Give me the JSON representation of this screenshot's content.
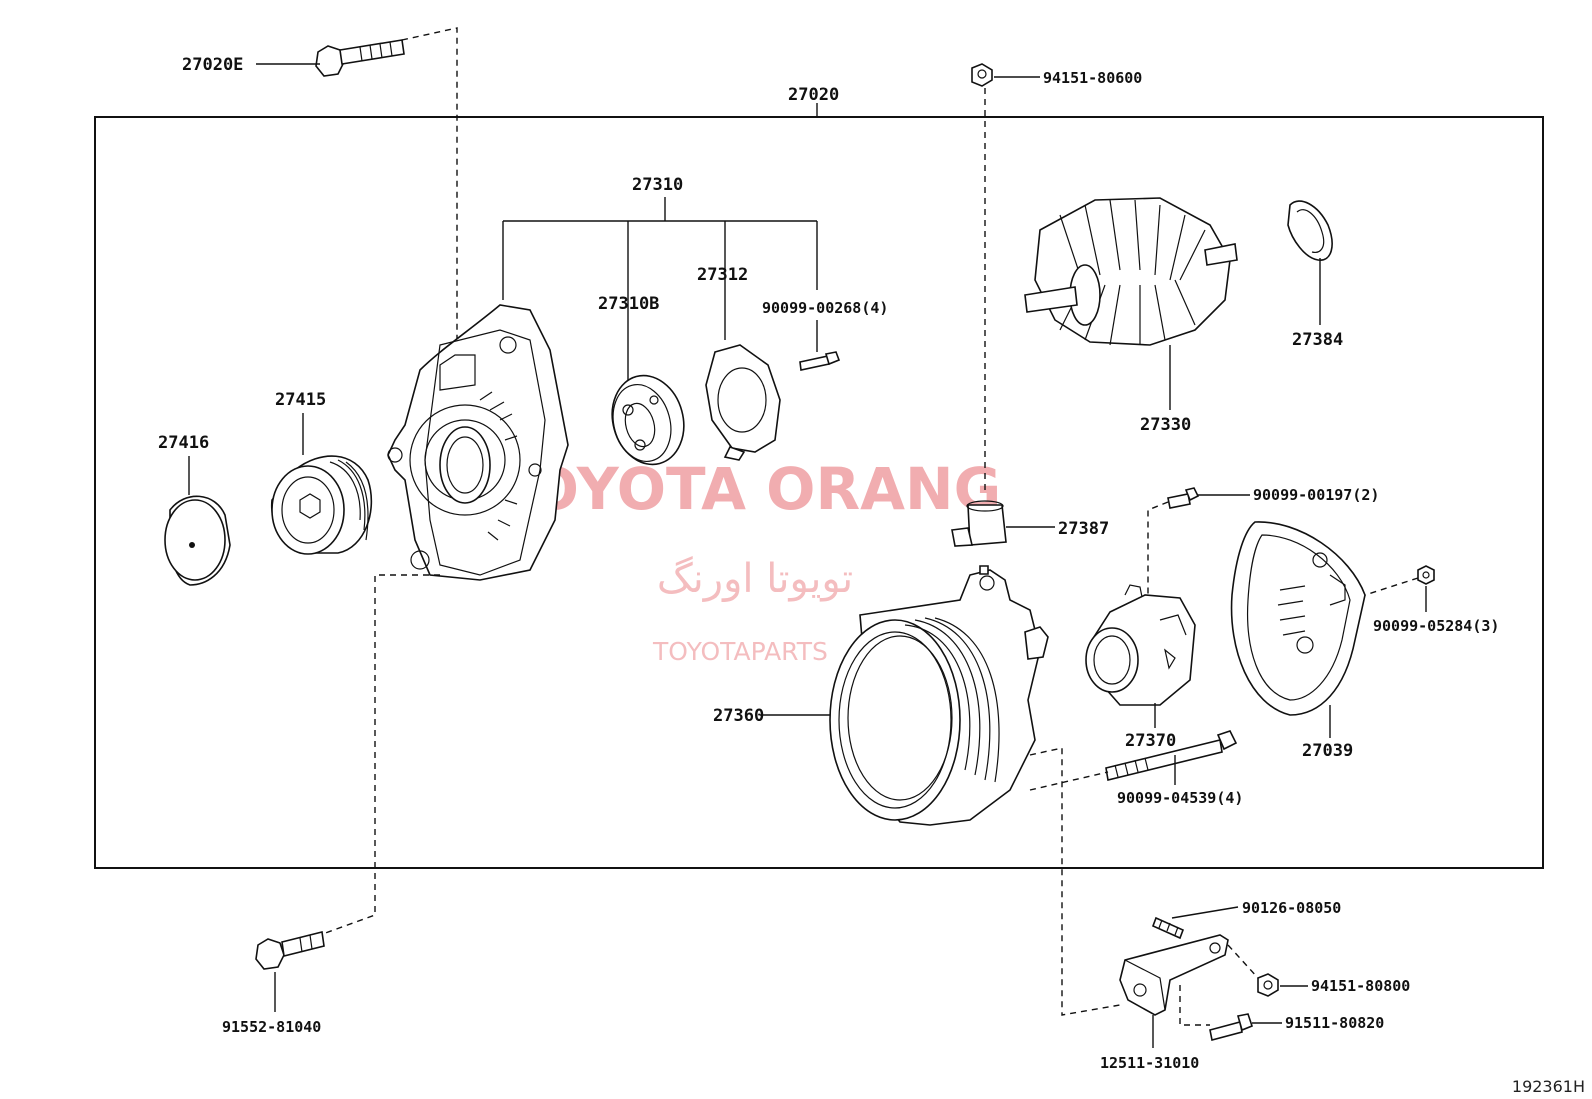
{
  "diagram": {
    "assembly_label": "27020",
    "ref_code": "192361H",
    "watermark": {
      "title": "TOYOTA ORANG",
      "subtitle": "تویوتا اورنگ",
      "site": "TOYOTAPARTS"
    },
    "parts": {
      "p27020E": "27020E",
      "p94151_80600": "94151-80600",
      "p27310": "27310",
      "p27312": "27312",
      "p27310B": "27310B",
      "p90099_00268": "90099-00268(4)",
      "p27415": "27415",
      "p27416": "27416",
      "p27384": "27384",
      "p27330": "27330",
      "p27387": "27387",
      "p90099_00197": "90099-00197(2)",
      "p90099_05284": "90099-05284(3)",
      "p27360": "27360",
      "p27370": "27370",
      "p27039": "27039",
      "p90099_04539": "90099-04539(4)",
      "p91552_81040": "91552-81040",
      "p90126_08050": "90126-08050",
      "p94151_80800": "94151-80800",
      "p91511_80820": "91511-80820",
      "p12511_31010": "12511-31010"
    }
  }
}
